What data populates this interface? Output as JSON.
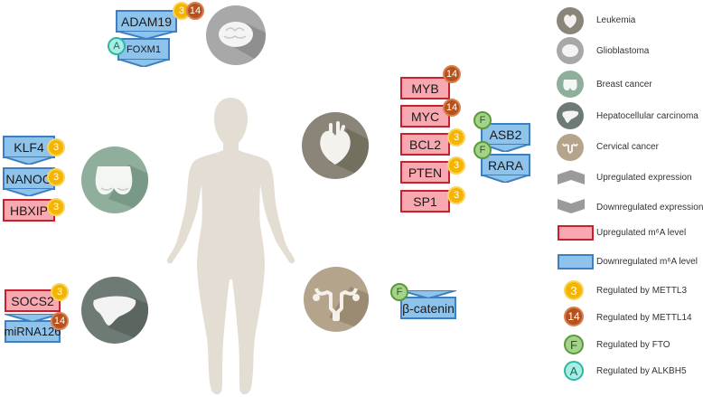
{
  "genes": {
    "adam19": "ADAM19",
    "foxm1": "FOXM1",
    "myb": "MYB",
    "myc": "MYC",
    "bcl2": "BCL2",
    "pten": "PTEN",
    "sp1": "SP1",
    "asb2": "ASB2",
    "rara": "RARA",
    "klf4": "KLF4",
    "nanog": "NANOG",
    "hbxip": "HBXIP",
    "socs2": "SOCS2",
    "mirna126": "miRNA126",
    "bcatenin": "β-catenin"
  },
  "badges": {
    "mettl3": "3",
    "mettl14": "14",
    "fto": "F",
    "alkbh5": "A"
  },
  "legend": {
    "leukemia": "Leukemia",
    "glioblastoma": "Glioblastoma",
    "breast": "Breast cancer",
    "hepatocellular": "Hepatocellular carcinoma",
    "cervical": "Cervical cancer",
    "up_expression": "Upregulated expression",
    "down_expression": "Downregulated expression",
    "up_m6a": "Upregulated m⁶A level",
    "down_m6a": "Downregulated m⁶A level",
    "by_mettl3": "Regulated by METTL3",
    "by_mettl14": "Regulated by METTL14",
    "by_fto": "Regulated by FTO",
    "by_alkbh5": "Regulated by ALKBH5"
  },
  "colors": {
    "up_fill": "#f7a8b0",
    "up_border": "#c8202e",
    "down_fill": "#8ec3ec",
    "down_border": "#3d7fc1",
    "mettl3": "#f5b400",
    "mettl14": "#b8501c",
    "fto": "#a4d28a",
    "alkbh5": "#a9ece4",
    "leukemia_circle": "#8a8578",
    "glioblastoma_circle": "#a8a8a8",
    "breast_circle": "#8fae9c",
    "liver_circle": "#6e7a74",
    "cervical_circle": "#b4a48c",
    "body": "#e4ddd3"
  },
  "icons": [
    "brain-icon",
    "heart-icon",
    "breasts-icon",
    "liver-icon",
    "uterus-icon",
    "human-silhouette-icon"
  ]
}
